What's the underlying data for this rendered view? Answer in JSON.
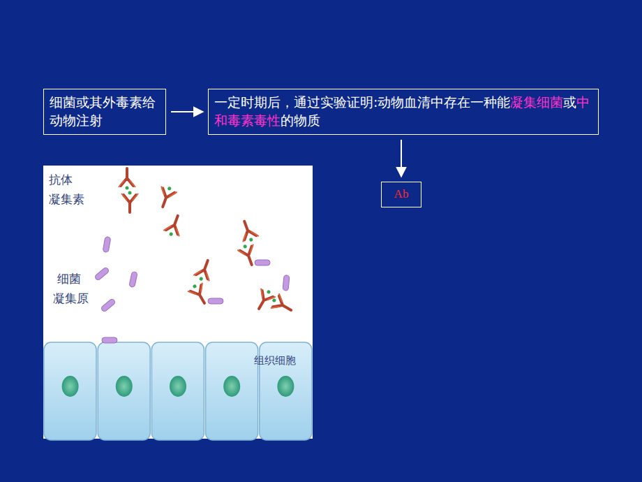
{
  "diagram": {
    "nodes": [
      {
        "text": [
          "细菌或其外毒素给动物注射"
        ]
      },
      {
        "text": [
          "一定时期后，通过实验证明:动物血清中存在一种能",
          "凝集细菌",
          "或",
          "中和毒素毒性",
          "的物质"
        ]
      },
      {
        "text": [
          "Ab"
        ]
      }
    ],
    "edges": [
      {
        "from": 0,
        "to": 1,
        "arrow": "to"
      },
      {
        "from": 1,
        "to": 2,
        "arrow": "to"
      }
    ],
    "labels": [
      "抗体",
      "凝集素",
      "细菌",
      "凝集原",
      "组织细胞"
    ]
  }
}
